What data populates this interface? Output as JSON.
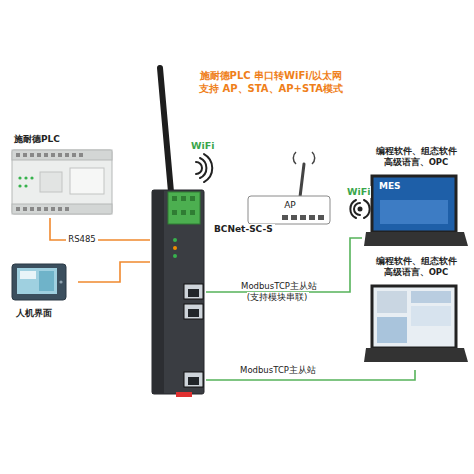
{
  "diagram": {
    "title": "施耐德PLC 串口转WiFi/以太网 支持 AP、STA、AP+STA模式",
    "nodes": [
      {
        "text": [
          "施耐德PLC"
        ]
      },
      {
        "text": [
          "人机界面"
        ]
      },
      {
        "text": [
          "BCNet-SC-S"
        ]
      },
      {
        "text": [
          "AP"
        ]
      },
      {
        "text": [
          "编程软件、组态软件 高级语言、OPC"
        ]
      },
      {
        "text": [
          "编程软件、组态软件 高级语言、OPC"
        ]
      }
    ],
    "edges": [
      {
        "from": 0,
        "to": 2,
        "label": "RS485",
        "arrow": "none"
      },
      {
        "from": 1,
        "to": 2,
        "arrow": "none"
      },
      {
        "from": 2,
        "to": 4,
        "label": "ModbusTCP主从站 (支持模块串联)",
        "arrow": "none"
      },
      {
        "from": 2,
        "to": 5,
        "label": "ModbusTCP主从站",
        "arrow": "none"
      }
    ],
    "labels": [
      "WiFi",
      "WiFi",
      "MES"
    ]
  }
}
